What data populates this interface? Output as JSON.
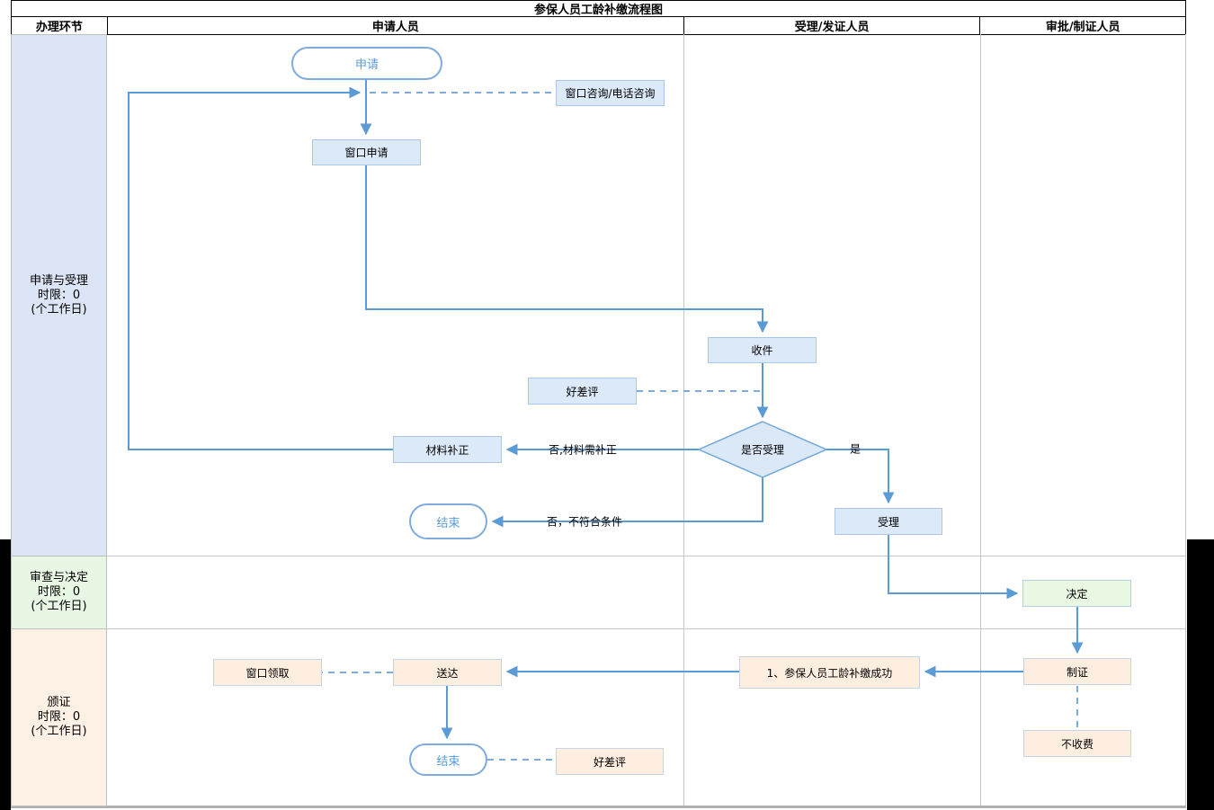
{
  "title": "参保人员工龄补缴流程图",
  "columns": [
    "办理环节",
    "申请人员",
    "受理/发证人员",
    "审批/制证人员"
  ],
  "lanes": [
    {
      "name": "申请与受理",
      "limit": "时限：0",
      "unit": "(个工作日)"
    },
    {
      "name": "审查与决定",
      "limit": "时限：0",
      "unit": "(个工作日)"
    },
    {
      "name": "颁证",
      "limit": "时限：0",
      "unit": "(个工作日)"
    }
  ],
  "nodes": {
    "apply": "申请",
    "consult": "窗口咨询/电话咨询",
    "window_apply": "窗口申请",
    "receive": "收件",
    "review_mid": "好差评",
    "accept_decision": "是否受理",
    "material_fix": "材料补正",
    "end_mid": "结束",
    "accept": "受理",
    "decide": "决定",
    "make_cert": "制证",
    "success": "1、参保人员工龄补缴成功",
    "deliver": "送达",
    "window_pickup": "窗口领取",
    "no_fee": "不收费",
    "end_bottom": "结束",
    "review_bottom": "好差评"
  },
  "edge_labels": {
    "no_material": "否,材料需补正",
    "no_condition": "否，不符合条件",
    "yes": "是"
  },
  "colors": {
    "arrow": "#5b9bd5",
    "dashed": "#7fabdc",
    "node_blue_fill": "#dce9f8",
    "node_green_fill": "#e9f8e2",
    "node_orange_fill": "#fdeee0",
    "lane1_bg": "#dbe5f5",
    "lane2_bg": "#e7f7e3",
    "lane3_bg": "#fdf0e4"
  }
}
